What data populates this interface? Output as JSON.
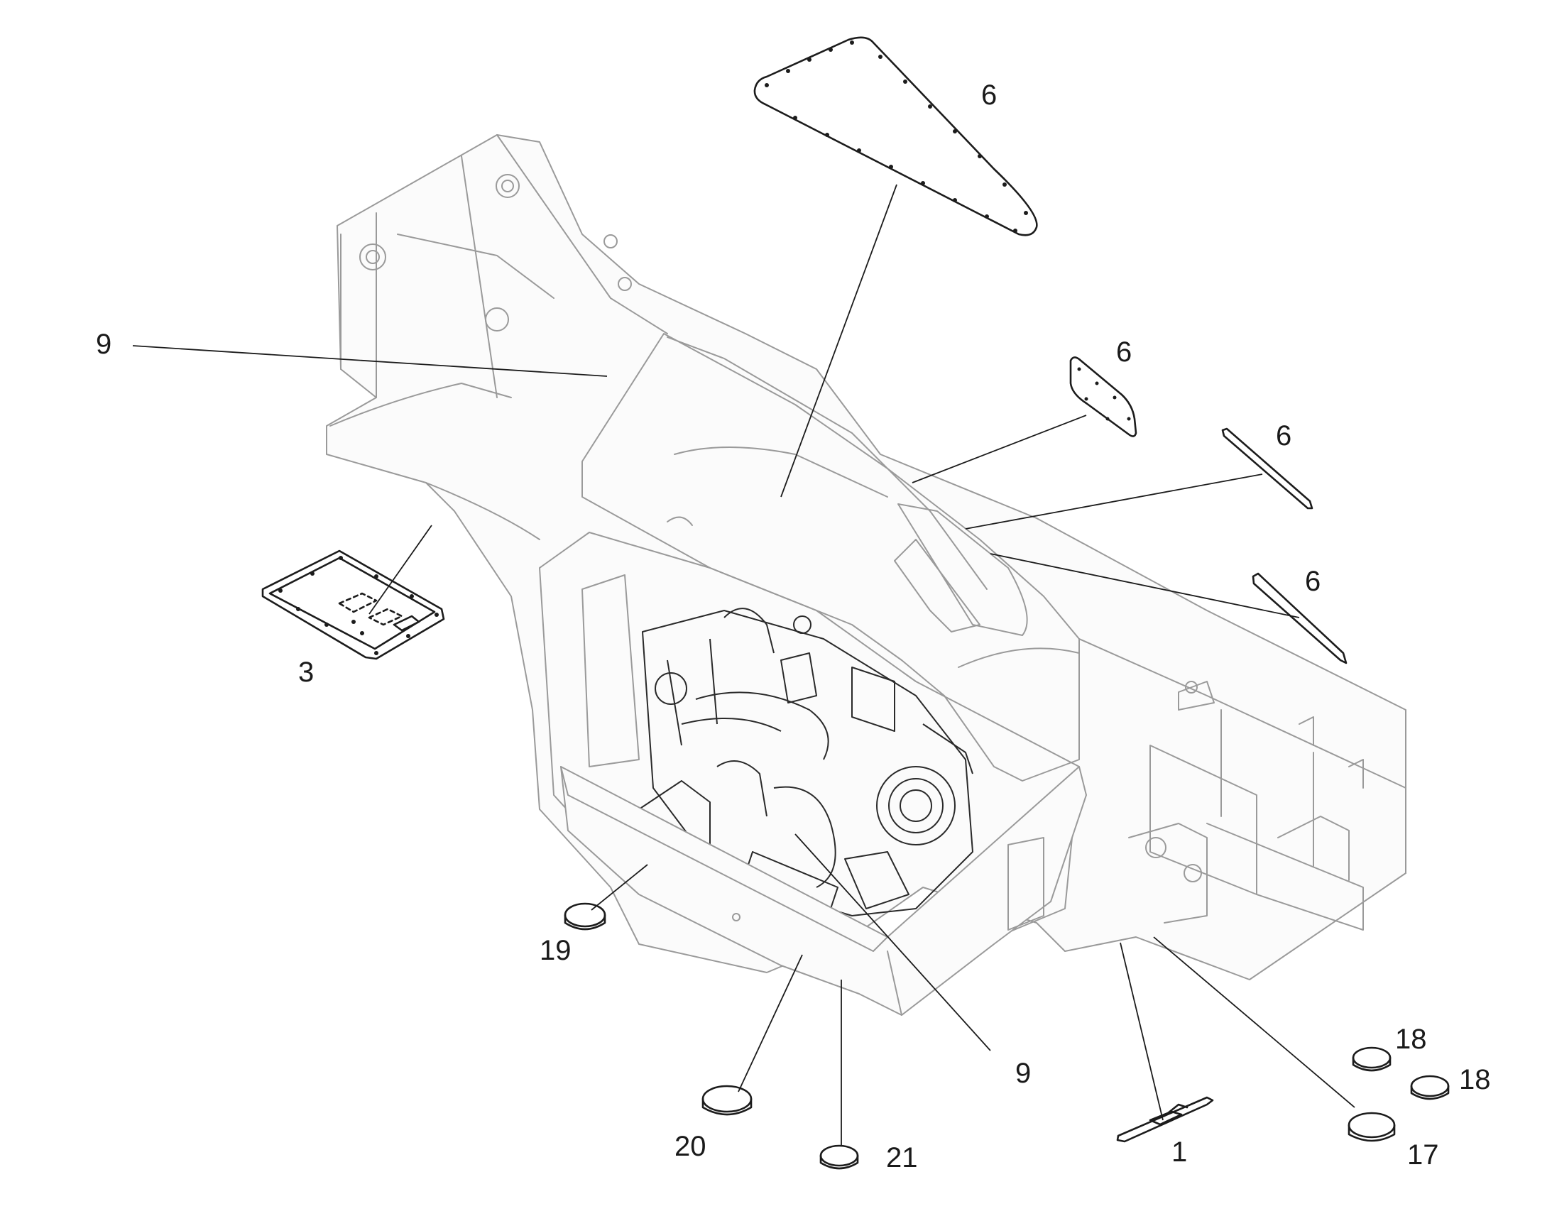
{
  "callouts": {
    "c6_top": "6",
    "c6_side": "6",
    "c6_strip_upper": "6",
    "c6_strip_lower": "6",
    "c9_left": "9",
    "c9_lower": "9",
    "c3": "3",
    "c19": "19",
    "c20": "20",
    "c21": "21",
    "c1": "1",
    "c18_upper": "18",
    "c18_lower": "18",
    "c17": "17"
  },
  "colors": {
    "ghost_line": "#9a9a9a",
    "part_line": "#1c1c1c",
    "background": "#ffffff"
  }
}
